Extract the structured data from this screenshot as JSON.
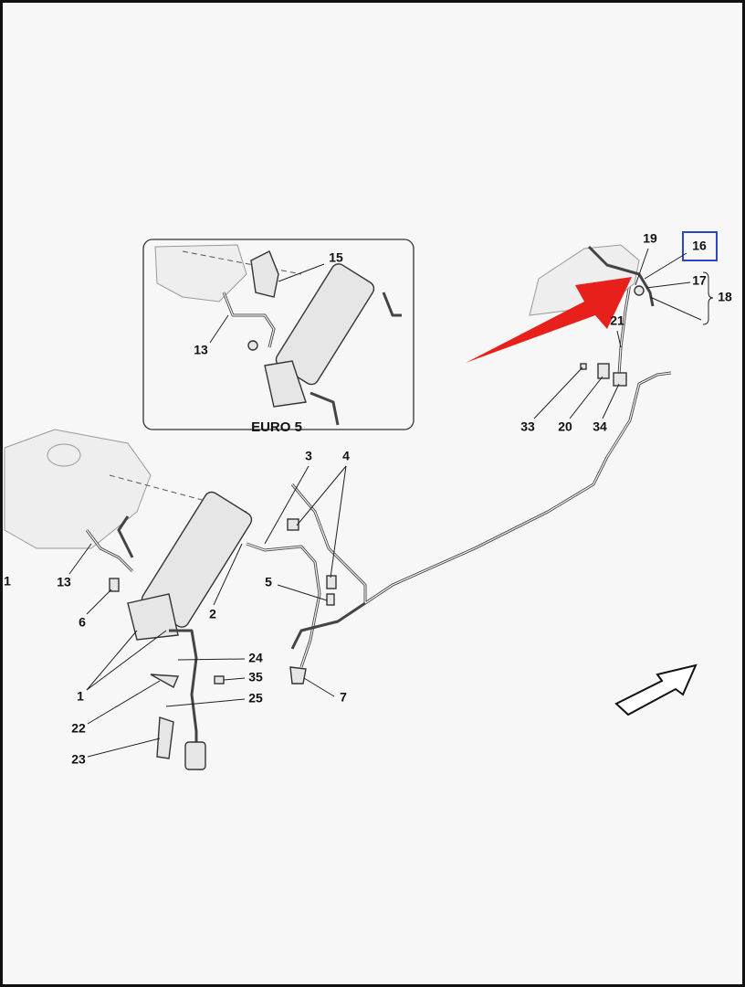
{
  "diagram": {
    "inset_title": "EURO 5",
    "highlighted_part": "16",
    "colors": {
      "highlight_box": "#2a47c9",
      "pointer_arrow": "#e8201c"
    },
    "labels": {
      "l1_edge": "1",
      "l1": "1",
      "l2": "2",
      "l3": "3",
      "l4": "4",
      "l5": "5",
      "l6": "6",
      "l7": "7",
      "l13": "13",
      "l13_inset": "13",
      "l15": "15",
      "l16": "16",
      "l17": "17",
      "l18": "18",
      "l19": "19",
      "l20": "20",
      "l21": "21",
      "l22": "22",
      "l23": "23",
      "l24": "24",
      "l25": "25",
      "l33": "33",
      "l34": "34",
      "l35": "35"
    }
  }
}
